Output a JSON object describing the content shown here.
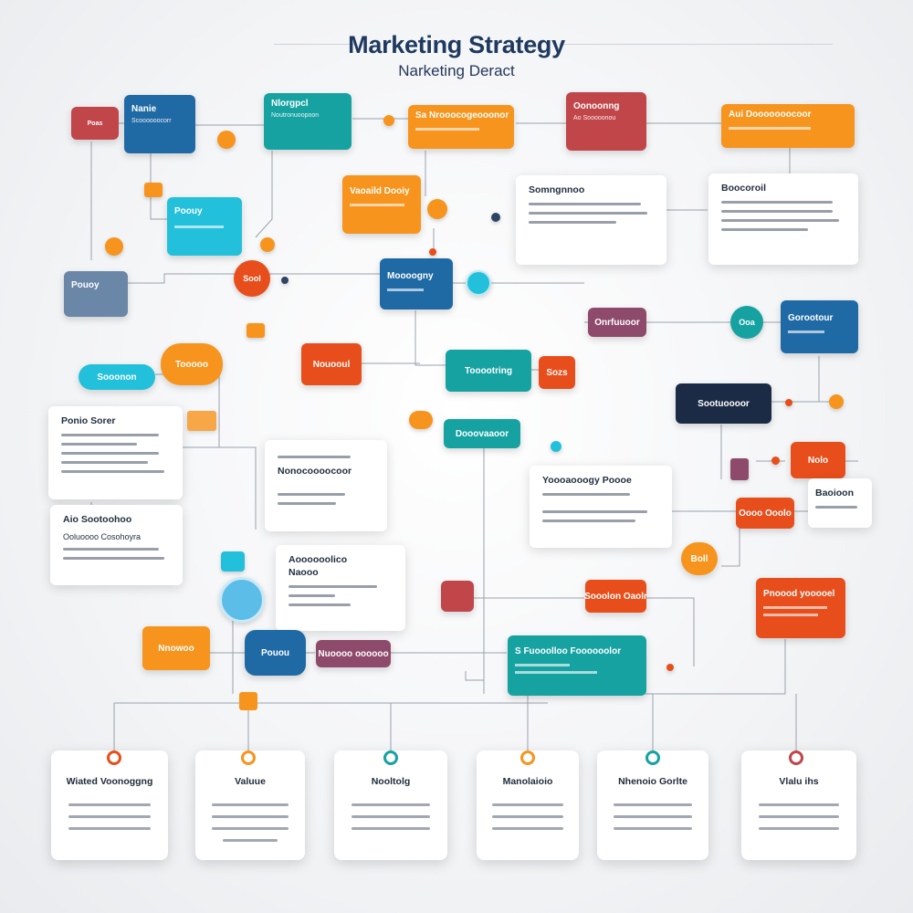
{
  "header": {
    "title": "Marketing Strategy",
    "subtitle": "Narketing Deract"
  },
  "colors": {
    "navy": "#1f3a60",
    "orange": "#f7941d",
    "teal": "#17a2a2",
    "blue": "#1f78b4",
    "red": "#e84e1b",
    "crimson": "#c0464a",
    "cyan": "#22c0db",
    "plum": "#8e4a6a",
    "slate": "#6b87a8",
    "darknavy": "#1b2b45"
  },
  "nodes": {
    "n1": "Nanie",
    "n1_sub": "Scoooooocorr",
    "n2": "Nlorgpcl",
    "n2_sub": "Noutronuoopoon",
    "n3": "Sa Nrooocogeooonor",
    "n4": "Oonoonng",
    "n4_sub": "Ao Sooooonou",
    "n5": "Aui Dooooooocoor",
    "n6": "Vaoaild Dooiy",
    "n7": "Poouy",
    "n8": "Pouoy",
    "n9": "Moooogny",
    "n10": "Onrfuuoor",
    "n11": "Gorootour",
    "n12": "Sooonon",
    "n13": "Tooooo",
    "n14": "Nouooul",
    "n15": "Tooootring",
    "n16": "Sozs",
    "n17": "Sootuoooor",
    "n18": "Dooovaaoor",
    "n19": "Nolo",
    "n20": "Oooo Ooolo",
    "n21": "Sooolon Oaolr",
    "n22": "Pnoood yooooel",
    "n23": "Nnowoo",
    "n24": "Pouou",
    "n25": "Nuoooo oooooo",
    "n26": "S Fuooolloo Foooooolor",
    "n27": "Boll",
    "n28": "Sool",
    "n29": "Ooa",
    "n30": "Poas"
  },
  "cards": {
    "c1": "Somngnnoo",
    "c2": "Boocoroil",
    "c3": "Ponio Sorer",
    "c4": "Aio Sootoohoo",
    "c4_sub": "Ooluoooo Cosohoyra",
    "c5": "Nonocoooocoor",
    "c6": "Yoooaooogy Poooe",
    "c7": "Aoooooolico",
    "c7_sub": "Naooo",
    "c8": "Baoioon"
  },
  "bottom": [
    "Wiated Voonoggng",
    "Valuue",
    "Nooltolg",
    "Manolaioio",
    "Nhenoio Gorlte",
    "Vlalu ihs"
  ]
}
